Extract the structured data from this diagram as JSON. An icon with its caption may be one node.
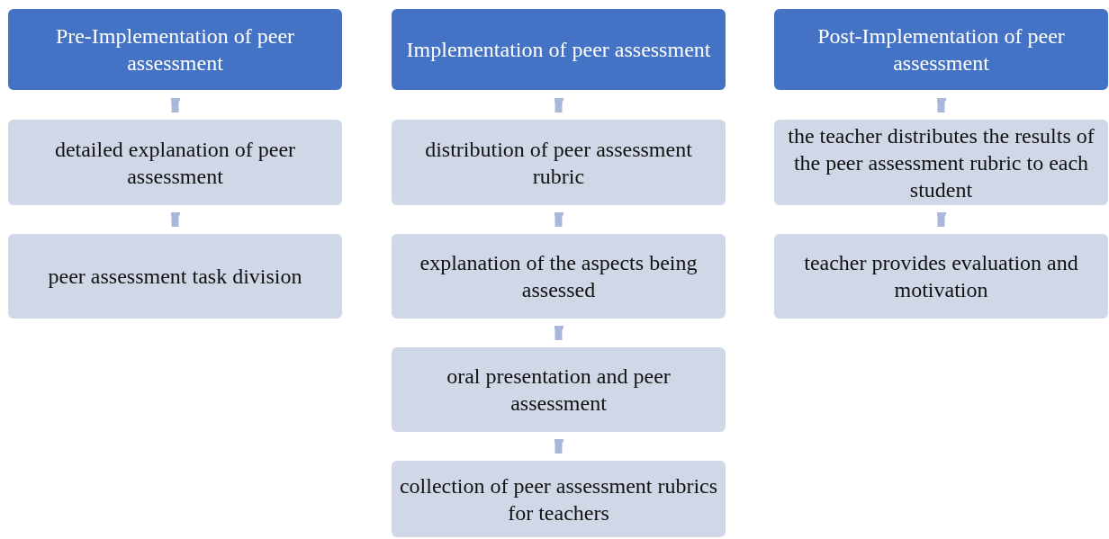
{
  "diagram": {
    "nodes": [
      {
        "text": [
          "Pre-Implementation of peer assessment"
        ]
      },
      {
        "text": [
          "detailed explanation of peer assessment"
        ]
      },
      {
        "text": [
          "peer assessment task division"
        ]
      },
      {
        "text": [
          "Implementation of peer assessment"
        ]
      },
      {
        "text": [
          "distribution of peer assessment rubric"
        ]
      },
      {
        "text": [
          "explanation of the aspects being assessed"
        ]
      },
      {
        "text": [
          "oral presentation and peer assessment"
        ]
      },
      {
        "text": [
          "collection of peer assessment rubrics for teachers"
        ]
      },
      {
        "text": [
          "Post-Implementation of peer assessment"
        ]
      },
      {
        "text": [
          "the teacher distributes the results of the peer assessment rubric to each student"
        ]
      },
      {
        "text": [
          "teacher provides evaluation and motivation"
        ]
      }
    ],
    "edges": [
      {
        "from": 0,
        "to": 1,
        "arrow": "to"
      },
      {
        "from": 1,
        "to": 2,
        "arrow": "to"
      },
      {
        "from": 3,
        "to": 4,
        "arrow": "to"
      },
      {
        "from": 4,
        "to": 5,
        "arrow": "to"
      },
      {
        "from": 5,
        "to": 6,
        "arrow": "to"
      },
      {
        "from": 6,
        "to": 7,
        "arrow": "to"
      },
      {
        "from": 8,
        "to": 9,
        "arrow": "to"
      },
      {
        "from": 9,
        "to": 10,
        "arrow": "to"
      }
    ]
  }
}
